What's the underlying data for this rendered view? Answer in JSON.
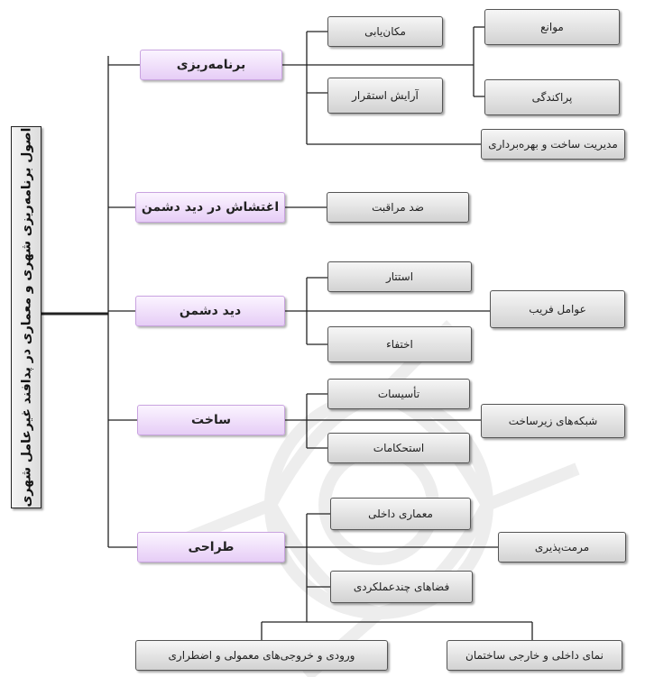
{
  "root": {
    "label": "اصول برنامه‌ریزی شهری و معماری در پدافند غیرعامل شهری"
  },
  "categories": {
    "planning": "برنامه‌ریزی",
    "confusion": "اغتشاش در دید دشمن",
    "enemy_view": "دید دشمن",
    "construction": "ساخت",
    "design": "طراحی"
  },
  "items": {
    "location": "مکان‌یابی",
    "settlement": "آرایش استقرار",
    "obstacles": "موانع",
    "dispersion": "پراکندگی",
    "management": "مدیریت ساخت و بهره‌برداری",
    "counter_surveillance": "ضد مراقبت",
    "camouflage": "استتار",
    "deception": "عوامل فریب",
    "concealment": "اختفاء",
    "facilities": "تأسیسات",
    "infrastructure": "شبکه‌های زیرساخت",
    "fortifications": "استحکامات",
    "interior_arch": "معماری داخلی",
    "repairability": "مرمت‌پذیری",
    "multifunctional": "فضاهای چندعملکردی",
    "entrances": "ورودی و خروجی‌های معمولی و اضطراری",
    "facades": "نمای داخلی و خارجی ساختمان"
  }
}
